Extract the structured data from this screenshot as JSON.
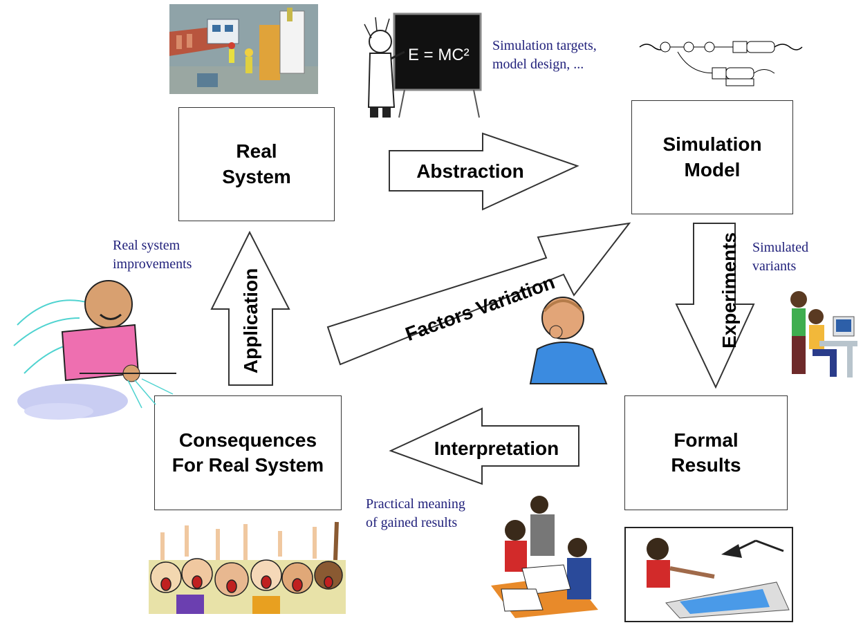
{
  "boxes": {
    "real_system": "Real\nSystem",
    "simulation_model": "Simulation\nModel",
    "formal_results": "Formal\nResults",
    "consequences": "Consequences\nFor Real System"
  },
  "arrows": {
    "abstraction": "Abstraction",
    "experiments": "Experiments",
    "interpretation": "Interpretation",
    "application": "Application",
    "factors_variation": "Factors Variation"
  },
  "notes": {
    "simulation_targets": "Simulation targets,\nmodel design, ...",
    "simulated_variants": "Simulated\nvariants",
    "real_system_improvements": "Real system\nimprovements",
    "practical_meaning": "Practical meaning\nof gained results"
  },
  "artwork": {
    "blackboard_formula": "E = MC²"
  },
  "colors": {
    "note_text": "#1f1f7a",
    "box_border": "#333333"
  }
}
